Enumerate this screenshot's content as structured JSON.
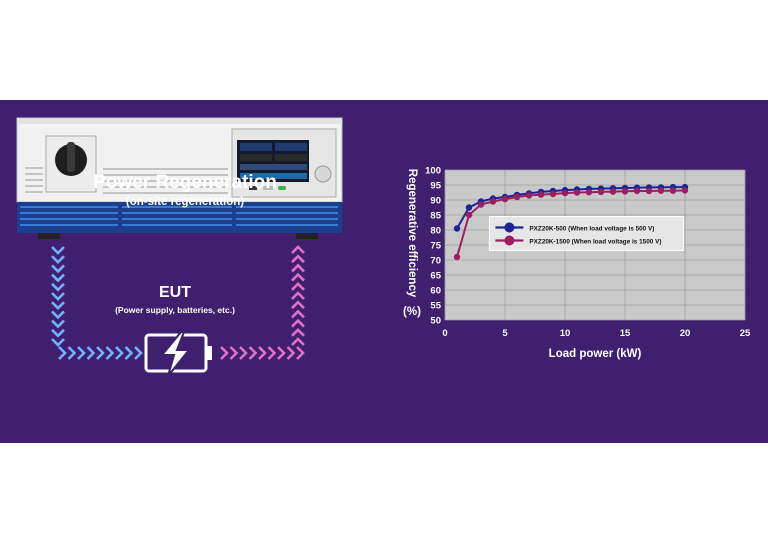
{
  "colors": {
    "background_panel": "#3f1f6e",
    "series_1": "#1b2596",
    "series_2": "#9c1f62",
    "plot_area": "#c9c9c9",
    "arrow_blue": "#6fb3ff",
    "arrow_pink": "#e071c8"
  },
  "diagram": {
    "title": "Power Regeneration",
    "subtitle": "(on-site regeneration)",
    "eut_label": "EUT",
    "eut_sublabel": "(Power supply, batteries, etc.)",
    "battery_icon": "battery-lightning-icon",
    "arrow_icon": "chevron-arrow-icon"
  },
  "chart_data": {
    "type": "line",
    "title": "",
    "xlabel": "Load power (kW)",
    "ylabel": "Regenerative efficiency (%)",
    "xlim": [
      0,
      25
    ],
    "ylim": [
      50,
      100
    ],
    "xticks": [
      0,
      5,
      10,
      15,
      20,
      25
    ],
    "yticks": [
      50,
      55,
      60,
      65,
      70,
      75,
      80,
      85,
      90,
      95,
      100
    ],
    "grid": true,
    "legend_position": "center",
    "series": [
      {
        "name": "PXZ20K-500 (When load voltage is 500 V)",
        "color": "#1b2596",
        "points": [
          [
            1,
            80.5
          ],
          [
            2,
            87.5
          ],
          [
            3,
            89.5
          ],
          [
            4,
            90.5
          ],
          [
            5,
            91.0
          ],
          [
            6,
            91.7
          ],
          [
            7,
            92.2
          ],
          [
            8,
            92.7
          ],
          [
            9,
            93.0
          ],
          [
            10,
            93.3
          ],
          [
            11,
            93.5
          ],
          [
            12,
            93.7
          ],
          [
            13,
            93.8
          ],
          [
            14,
            93.9
          ],
          [
            15,
            94.0
          ],
          [
            16,
            94.1
          ],
          [
            17,
            94.2
          ],
          [
            18,
            94.2
          ],
          [
            19,
            94.3
          ],
          [
            20,
            94.3
          ]
        ]
      },
      {
        "name": "PXZ20K-1500 (When load voltage is 1500 V)",
        "color": "#9c1f62",
        "points": [
          [
            1,
            71.0
          ],
          [
            2,
            85.0
          ],
          [
            3,
            88.5
          ],
          [
            4,
            89.5
          ],
          [
            5,
            90.3
          ],
          [
            6,
            91.0
          ],
          [
            7,
            91.5
          ],
          [
            8,
            91.8
          ],
          [
            9,
            92.0
          ],
          [
            10,
            92.3
          ],
          [
            11,
            92.5
          ],
          [
            12,
            92.6
          ],
          [
            13,
            92.7
          ],
          [
            14,
            92.8
          ],
          [
            15,
            92.9
          ],
          [
            16,
            93.0
          ],
          [
            17,
            93.0
          ],
          [
            18,
            93.1
          ],
          [
            19,
            93.1
          ],
          [
            20,
            93.2
          ]
        ]
      }
    ]
  }
}
